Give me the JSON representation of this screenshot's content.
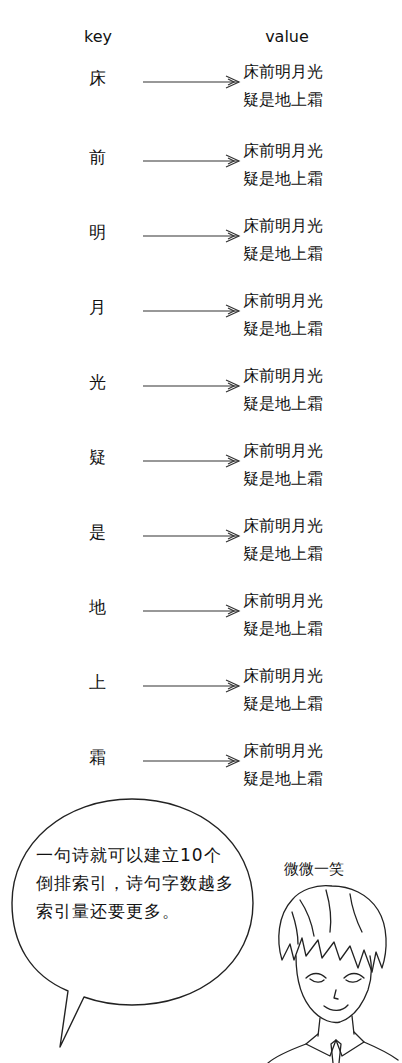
{
  "diagram": {
    "nodes": [
      {
        "text": [
          "床"
        ]
      },
      {
        "text": [
          "床前明月光 疑是地上霜"
        ]
      },
      {
        "text": [
          "前"
        ]
      },
      {
        "text": [
          "床前明月光 疑是地上霜"
        ]
      },
      {
        "text": [
          "明"
        ]
      },
      {
        "text": [
          "床前明月光 疑是地上霜"
        ]
      },
      {
        "text": [
          "月"
        ]
      },
      {
        "text": [
          "床前明月光 疑是地上霜"
        ]
      },
      {
        "text": [
          "光"
        ]
      },
      {
        "text": [
          "床前明月光 疑是地上霜"
        ]
      },
      {
        "text": [
          "疑"
        ]
      },
      {
        "text": [
          "床前明月光 疑是地上霜"
        ]
      },
      {
        "text": [
          "是"
        ]
      },
      {
        "text": [
          "床前明月光 疑是地上霜"
        ]
      },
      {
        "text": [
          "地"
        ]
      },
      {
        "text": [
          "床前明月光 疑是地上霜"
        ]
      },
      {
        "text": [
          "上"
        ]
      },
      {
        "text": [
          "床前明月光 疑是地上霜"
        ]
      },
      {
        "text": [
          "霜"
        ]
      },
      {
        "text": [
          "床前明月光 疑是地上霜"
        ]
      },
      {
        "text": [
          "一句诗就可以建立10个倒排索引，诗句字数越多索引量还要更多。"
        ]
      }
    ],
    "edges": [
      {
        "from": 0,
        "to": 1,
        "arrow": "to"
      },
      {
        "from": 2,
        "to": 3,
        "arrow": "to"
      },
      {
        "from": 4,
        "to": 5,
        "arrow": "to"
      },
      {
        "from": 6,
        "to": 7,
        "arrow": "to"
      },
      {
        "from": 8,
        "to": 9,
        "arrow": "to"
      },
      {
        "from": 10,
        "to": 11,
        "arrow": "to"
      },
      {
        "from": 12,
        "to": 13,
        "arrow": "to"
      },
      {
        "from": 14,
        "to": 15,
        "arrow": "to"
      },
      {
        "from": 16,
        "to": 17,
        "arrow": "to"
      },
      {
        "from": 18,
        "to": 19,
        "arrow": "to"
      }
    ],
    "labels": [
      "key",
      "value",
      "微微一笑"
    ]
  }
}
